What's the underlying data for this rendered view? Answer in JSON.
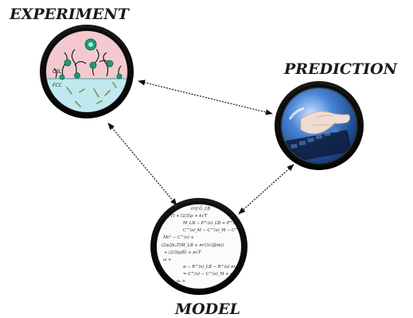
{
  "diagram": {
    "nodes": {
      "experiment": {
        "title": "EXPERIMENT",
        "oil_label": "OIL",
        "water_label": "FCC"
      },
      "prediction": {
        "title": "PREDICTION"
      },
      "model": {
        "title": "MODEL"
      }
    },
    "edges": [
      {
        "from": "experiment",
        "to": "prediction",
        "style": "dashed",
        "arrows": "both"
      },
      {
        "from": "experiment",
        "to": "model",
        "style": "dashed",
        "arrows": "both"
      },
      {
        "from": "prediction",
        "to": "model",
        "style": "dashed",
        "arrows": "both"
      }
    ],
    "colors": {
      "ring": "#1c1c1c",
      "oil_phase": "#f3c9cf",
      "water_phase": "#bfe9ee",
      "droplet": "#1f9a78",
      "prediction_bg": "#2a5fb0"
    }
  }
}
